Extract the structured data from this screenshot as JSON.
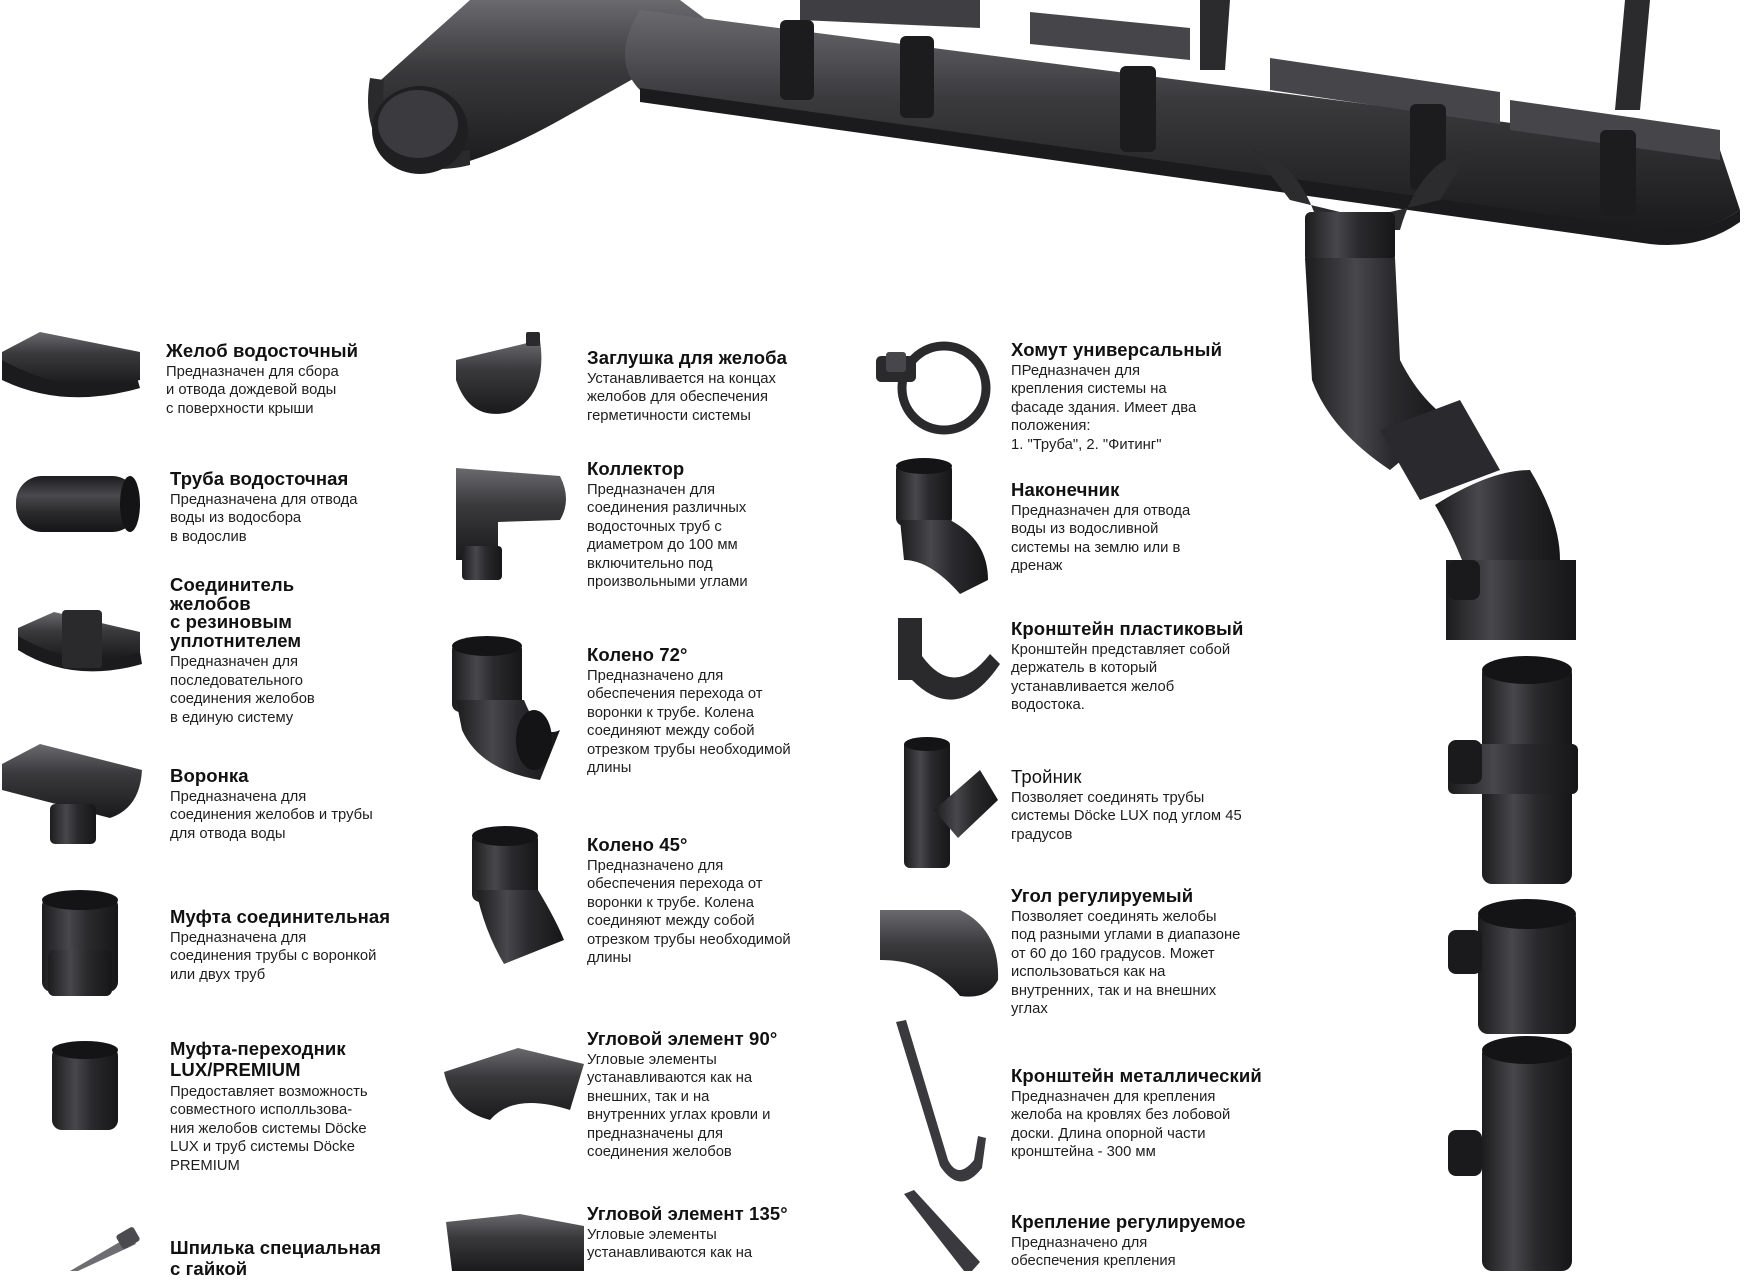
{
  "colors": {
    "product": "#2e2e30",
    "product_dark": "#1b1b1d",
    "product_light": "#58585c",
    "text": "#1a1a1a",
    "background": "#ffffff"
  },
  "items": [
    {
      "id": "gutter",
      "title": "Желоб водосточный",
      "text": "Предназначен для сбора\nи отвода дождевой воды\nс поверхности крыши",
      "icon": "gutter-icon"
    },
    {
      "id": "pipe",
      "title": "Труба водосточная",
      "text": "Предназначена для отвода\nводы из водосбора\nв водослив",
      "icon": "pipe-icon"
    },
    {
      "id": "connector",
      "title": "Соединитель\nжелобов\nс резиновым\nуплотнителем",
      "text": "Предназначен для\nпоследовательного\nсоединения желобов\nв единую систему",
      "icon": "gutter-connector-icon"
    },
    {
      "id": "funnel",
      "title": "Воронка",
      "text": "Предназначена для\nсоединения желобов и трубы\nдля отвода воды",
      "icon": "funnel-icon"
    },
    {
      "id": "coupling",
      "title": "Муфта соединительная",
      "text": "Предназначена для\nсоединения трубы с воронкой\nили двух труб",
      "icon": "coupling-icon"
    },
    {
      "id": "adapter",
      "title": "Муфта-переходник\nLUX/PREMIUM",
      "text": "Предоставляет возможность\nсовместного исполльзова-\nния желобов системы Döcke\nLUX и труб системы Döcke\nPREMIUM",
      "icon": "adapter-icon"
    },
    {
      "id": "stud",
      "title": "Шпилька специальная\nс гайкой",
      "text": "",
      "icon": "stud-icon"
    },
    {
      "id": "endcap",
      "title": "Заглушка для желоба",
      "text": "Устанавливается на концах\nжелобов для обеспечения\nгерметичности системы",
      "icon": "end-cap-icon"
    },
    {
      "id": "collector",
      "title": "Коллектор",
      "text": "Предназначен для\nсоединения различных\nводосточных труб с\nдиаметром до 100 мм\nвключительно под\nпроизвольными углами",
      "icon": "collector-icon"
    },
    {
      "id": "elbow72",
      "title": "Колено 72°",
      "text": "Предназначено для\nобеспечения перехода от\nворонки к трубе. Колена\nсоединяют между собой\nотрезком трубы необходимой\nдлины",
      "icon": "elbow-72-icon"
    },
    {
      "id": "elbow45",
      "title": "Колено 45°",
      "text": "Предназначено для\nобеспечения перехода от\nворонки к трубе. Колена\nсоединяют между собой\nотрезком трубы необходимой\nдлины",
      "icon": "elbow-45-icon"
    },
    {
      "id": "corner90",
      "title": "Угловой элемент 90°",
      "text": "Угловые элементы\nустанавливаются как на\nвнешних, так и на\nвнутренних углах кровли и\nпредназначены для\nсоединения желобов",
      "icon": "corner-90-icon"
    },
    {
      "id": "corner135",
      "title": "Угловой элемент 135°",
      "text": "Угловые элементы\nустанавливаются как на",
      "icon": "corner-135-icon"
    },
    {
      "id": "clamp",
      "title": "Хомут универсальный",
      "text": "ПРедназначен для\nкрепления системы на\nфасаде здания. Имеет два\nположения:\n1. \"Труба\", 2. \"Фитинг\"",
      "icon": "clamp-icon"
    },
    {
      "id": "tip",
      "title": "Наконечник",
      "text": "Предназначен для отвода\nводы из водосливной\nсистемы на землю или в\nдренаж",
      "icon": "pipe-tip-icon"
    },
    {
      "id": "plastic-bracket",
      "title": "Кронштейн пластиковый",
      "text": "Кронштейн представляет собой\nдержатель в который\nустанавливается желоб\nводостока.",
      "icon": "plastic-bracket-icon"
    },
    {
      "id": "tee",
      "title": "Тройник",
      "text": "Позволяет соединять трубы\nсистемы Döcke LUX под углом 45\nградусов",
      "icon": "tee-icon"
    },
    {
      "id": "adj-corner",
      "title": "Угол регулируемый",
      "text": "Позволяет соединять желобы\nпод разными углами в диапазоне\nот 60 до 160 градусов. Может\nиспользоваться как на\nвнутренних, так и на внешних\nуглах",
      "icon": "adjustable-corner-icon"
    },
    {
      "id": "metal-bracket",
      "title": "Кронштейн металлический",
      "text": "Предназначен для крепления\nжелоба на кровлях без лобовой\nдоски. Длина опорной части\nкронштейна - 300 мм",
      "icon": "metal-bracket-icon"
    },
    {
      "id": "adj-mount",
      "title": "Крепление регулируемое",
      "text": "Предназначено для\nобеспечения крепления",
      "icon": "adjustable-mount-icon"
    }
  ]
}
